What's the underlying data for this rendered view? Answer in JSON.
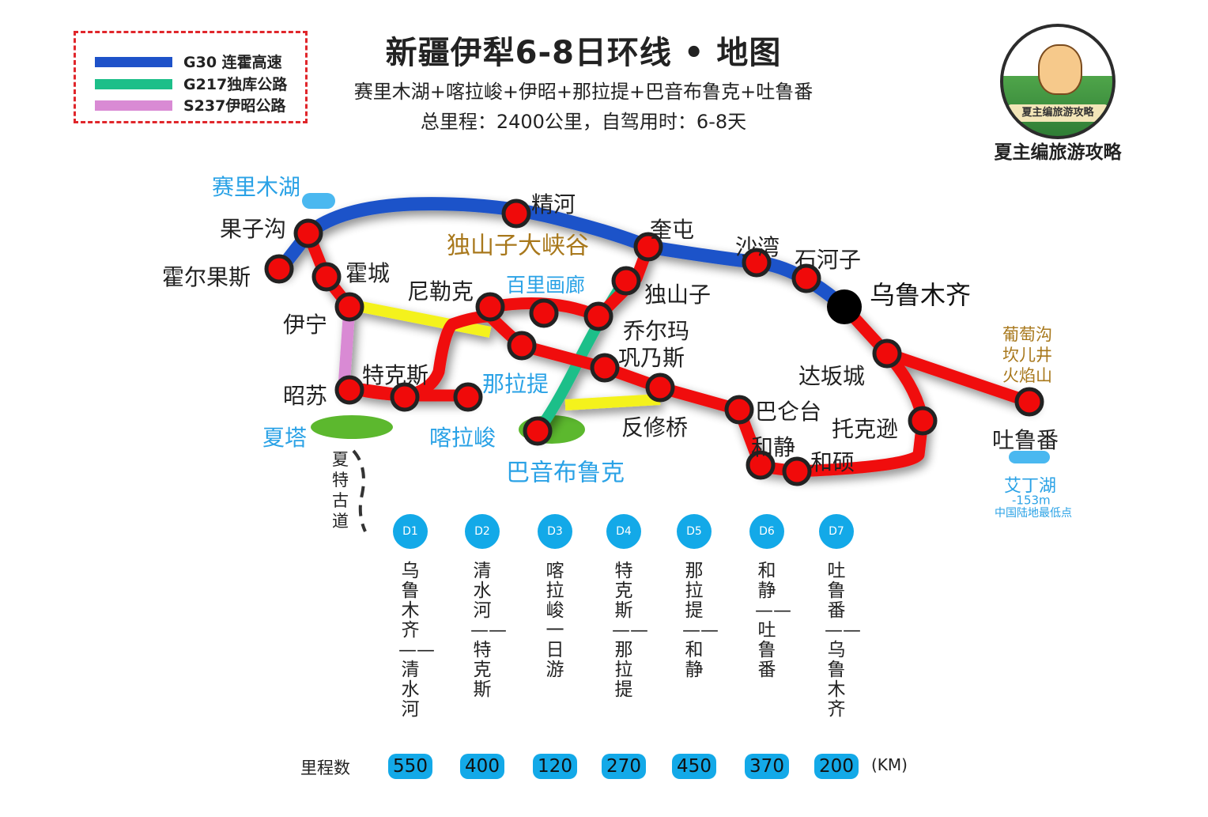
{
  "title": "新疆伊犁6-8日环线 • 地图",
  "subtitle": "赛里木湖+喀拉峻+伊昭+那拉提+巴音布鲁克+吐鲁番",
  "subtitle2": "总里程：2400公里，自驾用时：6-8天",
  "legend": [
    {
      "label": "G30 连霍高速",
      "color": "#1e52c9"
    },
    {
      "label": "G217独库公路",
      "color": "#1dbf89"
    },
    {
      "label": "S237伊昭公路",
      "color": "#d98ad4"
    }
  ],
  "logo": {
    "ribbon": "夏主编旅游攻略",
    "caption": "夏主编旅游攻略"
  },
  "colors": {
    "route_red": "#f00a0a",
    "g30": "#1e52c9",
    "g217": "#1dbf89",
    "s237": "#d98ad4",
    "yellow": "#f4f21b",
    "cyan_text": "#2aa2e6",
    "gold_text": "#a8781c",
    "badge": "#13a9e8"
  },
  "map": {
    "cities": {
      "guozigou": "果子沟",
      "huoerguosi": "霍尔果斯",
      "huocheng": "霍城",
      "yining": "伊宁",
      "jinghe": "精河",
      "kuitun": "奎屯",
      "dushanzi": "独山子",
      "shawan": "沙湾",
      "shihezi": "石河子",
      "urumqi": "乌鲁木齐",
      "nileke": "尼勒克",
      "qiaoerma": "乔尔玛",
      "gongnaisi": "巩乃斯",
      "fanxiuqiao": "反修桥",
      "baluntai": "巴仑台",
      "hejing": "和静",
      "heshuo": "和硕",
      "tuokexun": "托克逊",
      "dabancheng": "达坂城",
      "tulufan": "吐鲁番",
      "zhaosu": "昭苏",
      "tekesi": "特克斯"
    },
    "attractions": {
      "sailimu": "赛里木湖",
      "dushanzi_canyon": "独山子大峡谷",
      "bailihualang": "百里画廊",
      "nalati": "那拉提",
      "xiata": "夏塔",
      "kalajun": "喀拉峻",
      "bayinbuluke": "巴音布鲁克",
      "xiata_road": "夏特古道",
      "turpan_sights": "葡萄沟\n坎儿井\n火焰山",
      "aiding": "艾丁湖",
      "aiding_alt": "-153m",
      "aiding_note": "中国陆地最低点"
    }
  },
  "days": [
    {
      "badge": "D1",
      "route": "乌鲁木齐——清水河",
      "km": "550"
    },
    {
      "badge": "D2",
      "route": "清水河——特克斯",
      "km": "400"
    },
    {
      "badge": "D3",
      "route": "喀拉峻一日游",
      "km": "120"
    },
    {
      "badge": "D4",
      "route": "特克斯——那拉提",
      "km": "270"
    },
    {
      "badge": "D5",
      "route": "那拉提——和静",
      "km": "450"
    },
    {
      "badge": "D6",
      "route": "和静——吐鲁番",
      "km": "370"
    },
    {
      "badge": "D7",
      "route": "吐鲁番——乌鲁木齐",
      "km": "200"
    }
  ],
  "km_label": "里程数",
  "km_unit": "(KM)"
}
